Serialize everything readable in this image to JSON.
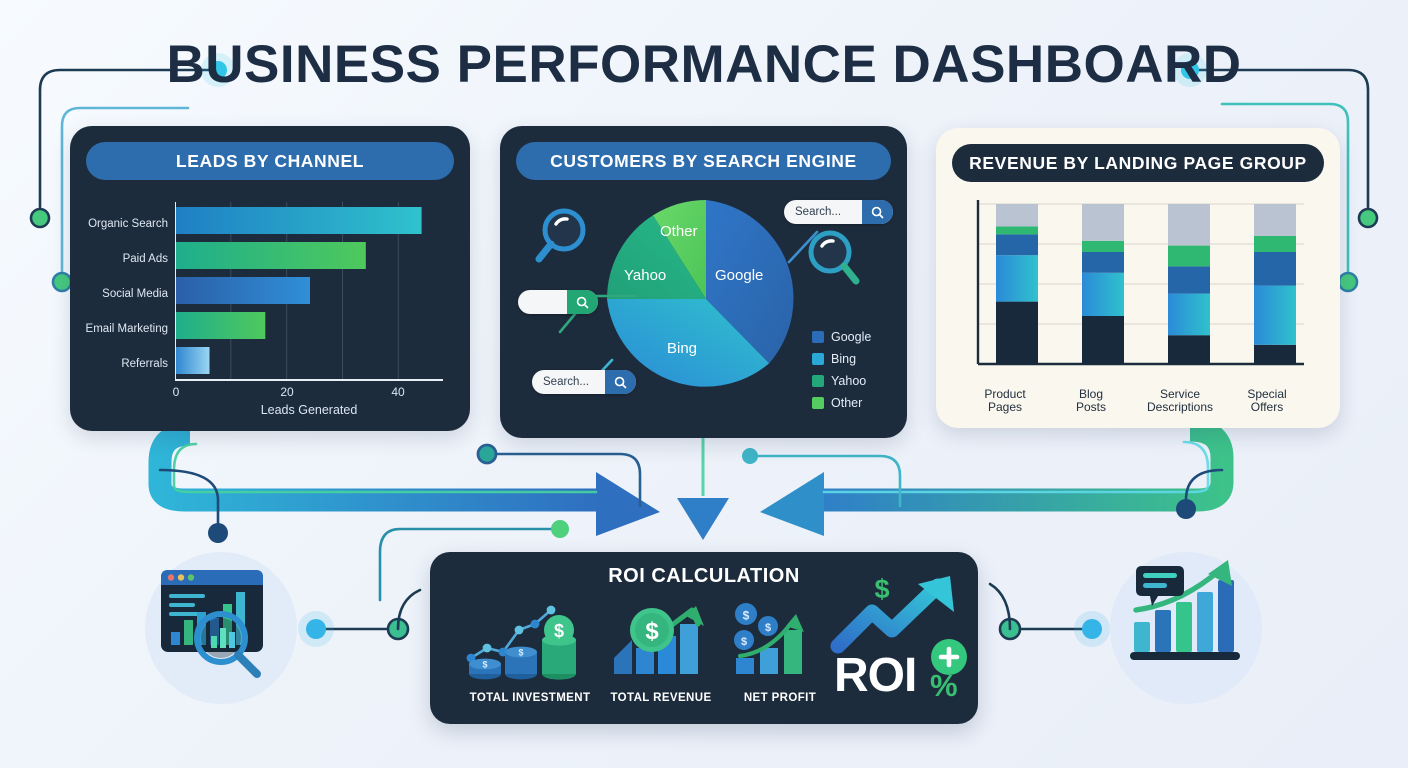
{
  "header": {
    "title": "BUSINESS PERFORMANCE DASHBOARD"
  },
  "theme": {
    "background": "#eef3fa",
    "panel_dark": "#1d2c3d",
    "panel_cream": "#faf7ee",
    "header_pill_blue": "#2d6cad",
    "accent_blue": "#2b6cb8",
    "accent_cyan": "#2aa8d8",
    "accent_teal": "#22a87a",
    "accent_green": "#55cc5f",
    "title_color": "#1d2d44"
  },
  "panels": {
    "leads": {
      "title": "LEADS BY CHANNEL"
    },
    "search_engine": {
      "title": "CUSTOMERS BY SEARCH ENGINE",
      "search_boxes": [
        {
          "name": "search-box-top-right",
          "value": "Search...",
          "button_color": "#2d6cad"
        },
        {
          "name": "search-box-middle-left",
          "value": "",
          "button_color": "#21a674"
        },
        {
          "name": "search-box-bottom-left",
          "value": "Search...",
          "button_color": "#2d6cad"
        }
      ],
      "magnifier_icons": [
        "magnifier-icon-left",
        "magnifier-icon-right"
      ]
    },
    "revenue": {
      "title": "REVENUE BY LANDING PAGE GROUP"
    },
    "roi": {
      "title": "ROI CALCULATION",
      "items": [
        {
          "label": "TOTAL INVESTMENT",
          "icon": "coin-stacks-with-line-graph-icon"
        },
        {
          "label": "TOTAL REVENUE",
          "icon": "dollar-coin-with-bar-chart-icon"
        },
        {
          "label": "NET PROFIT",
          "icon": "coins-with-growth-bars-icon"
        }
      ],
      "roi_badge": "ROI",
      "roi_percent_symbol": "%"
    }
  },
  "side_icons": {
    "left": "dashboard-window-with-magnifier-icon",
    "right": "growth-chart-with-speech-bubble-icon"
  },
  "chart_data": [
    {
      "type": "bar",
      "orientation": "horizontal",
      "title": "LEADS BY CHANNEL",
      "xlabel": "Leads Generated",
      "ylabel": "",
      "categories": [
        "Organic Search",
        "Paid Ads",
        "Social Media",
        "Email Marketing",
        "Referrals"
      ],
      "values": [
        44,
        34,
        24,
        16,
        6
      ],
      "xlim": [
        0,
        48
      ],
      "xticks": [
        0,
        20,
        40
      ],
      "xtick_labels": [
        "0",
        "20",
        "40"
      ],
      "grid": true,
      "bar_colors": [
        [
          "#1f7fc4",
          "#2fc2cc"
        ],
        [
          "#1eae8c",
          "#4fc95c"
        ],
        [
          "#2b5fa8",
          "#2f8fd8"
        ],
        [
          "#1eae8c",
          "#4fc95c"
        ],
        [
          "#2f86d0",
          "#8fd0f0"
        ]
      ]
    },
    {
      "type": "pie",
      "title": "CUSTOMERS BY SEARCH ENGINE",
      "labels": [
        "Google",
        "Bing",
        "Yahoo",
        "Other"
      ],
      "values": [
        39,
        36,
        16,
        9
      ],
      "colors": [
        "#2b6cb8",
        "#2aa8d8",
        "#22a87a",
        "#55cc5f"
      ],
      "legend": [
        "Google",
        "Bing",
        "Yahoo",
        "Other"
      ],
      "legend_position": "bottom-right",
      "slice_label_color": "#ffffff"
    },
    {
      "type": "bar",
      "subtype": "stacked",
      "title": "REVENUE BY LANDING PAGE GROUP",
      "categories": [
        "Product\nPages",
        "Blog\nPosts",
        "Service\nDescriptions",
        "Special\nOffers"
      ],
      "series": [
        {
          "name": "segment-1-navy",
          "color": "#17293a",
          "values": [
            39,
            30,
            18,
            12
          ]
        },
        {
          "name": "segment-2-cyan",
          "color": "#2ba8dd",
          "values": [
            29,
            27,
            26,
            37
          ]
        },
        {
          "name": "segment-3-blue",
          "color": "#2566a8",
          "values": [
            13,
            13,
            17,
            21
          ]
        },
        {
          "name": "segment-4-green",
          "color": "#2eb872",
          "values": [
            5,
            7,
            13,
            10
          ]
        },
        {
          "name": "segment-5-gray",
          "color": "#b9c3d1",
          "values": [
            14,
            23,
            26,
            20
          ]
        }
      ],
      "ylim": [
        0,
        100
      ],
      "grid": true,
      "grid_color": "#d9d6cc"
    }
  ]
}
